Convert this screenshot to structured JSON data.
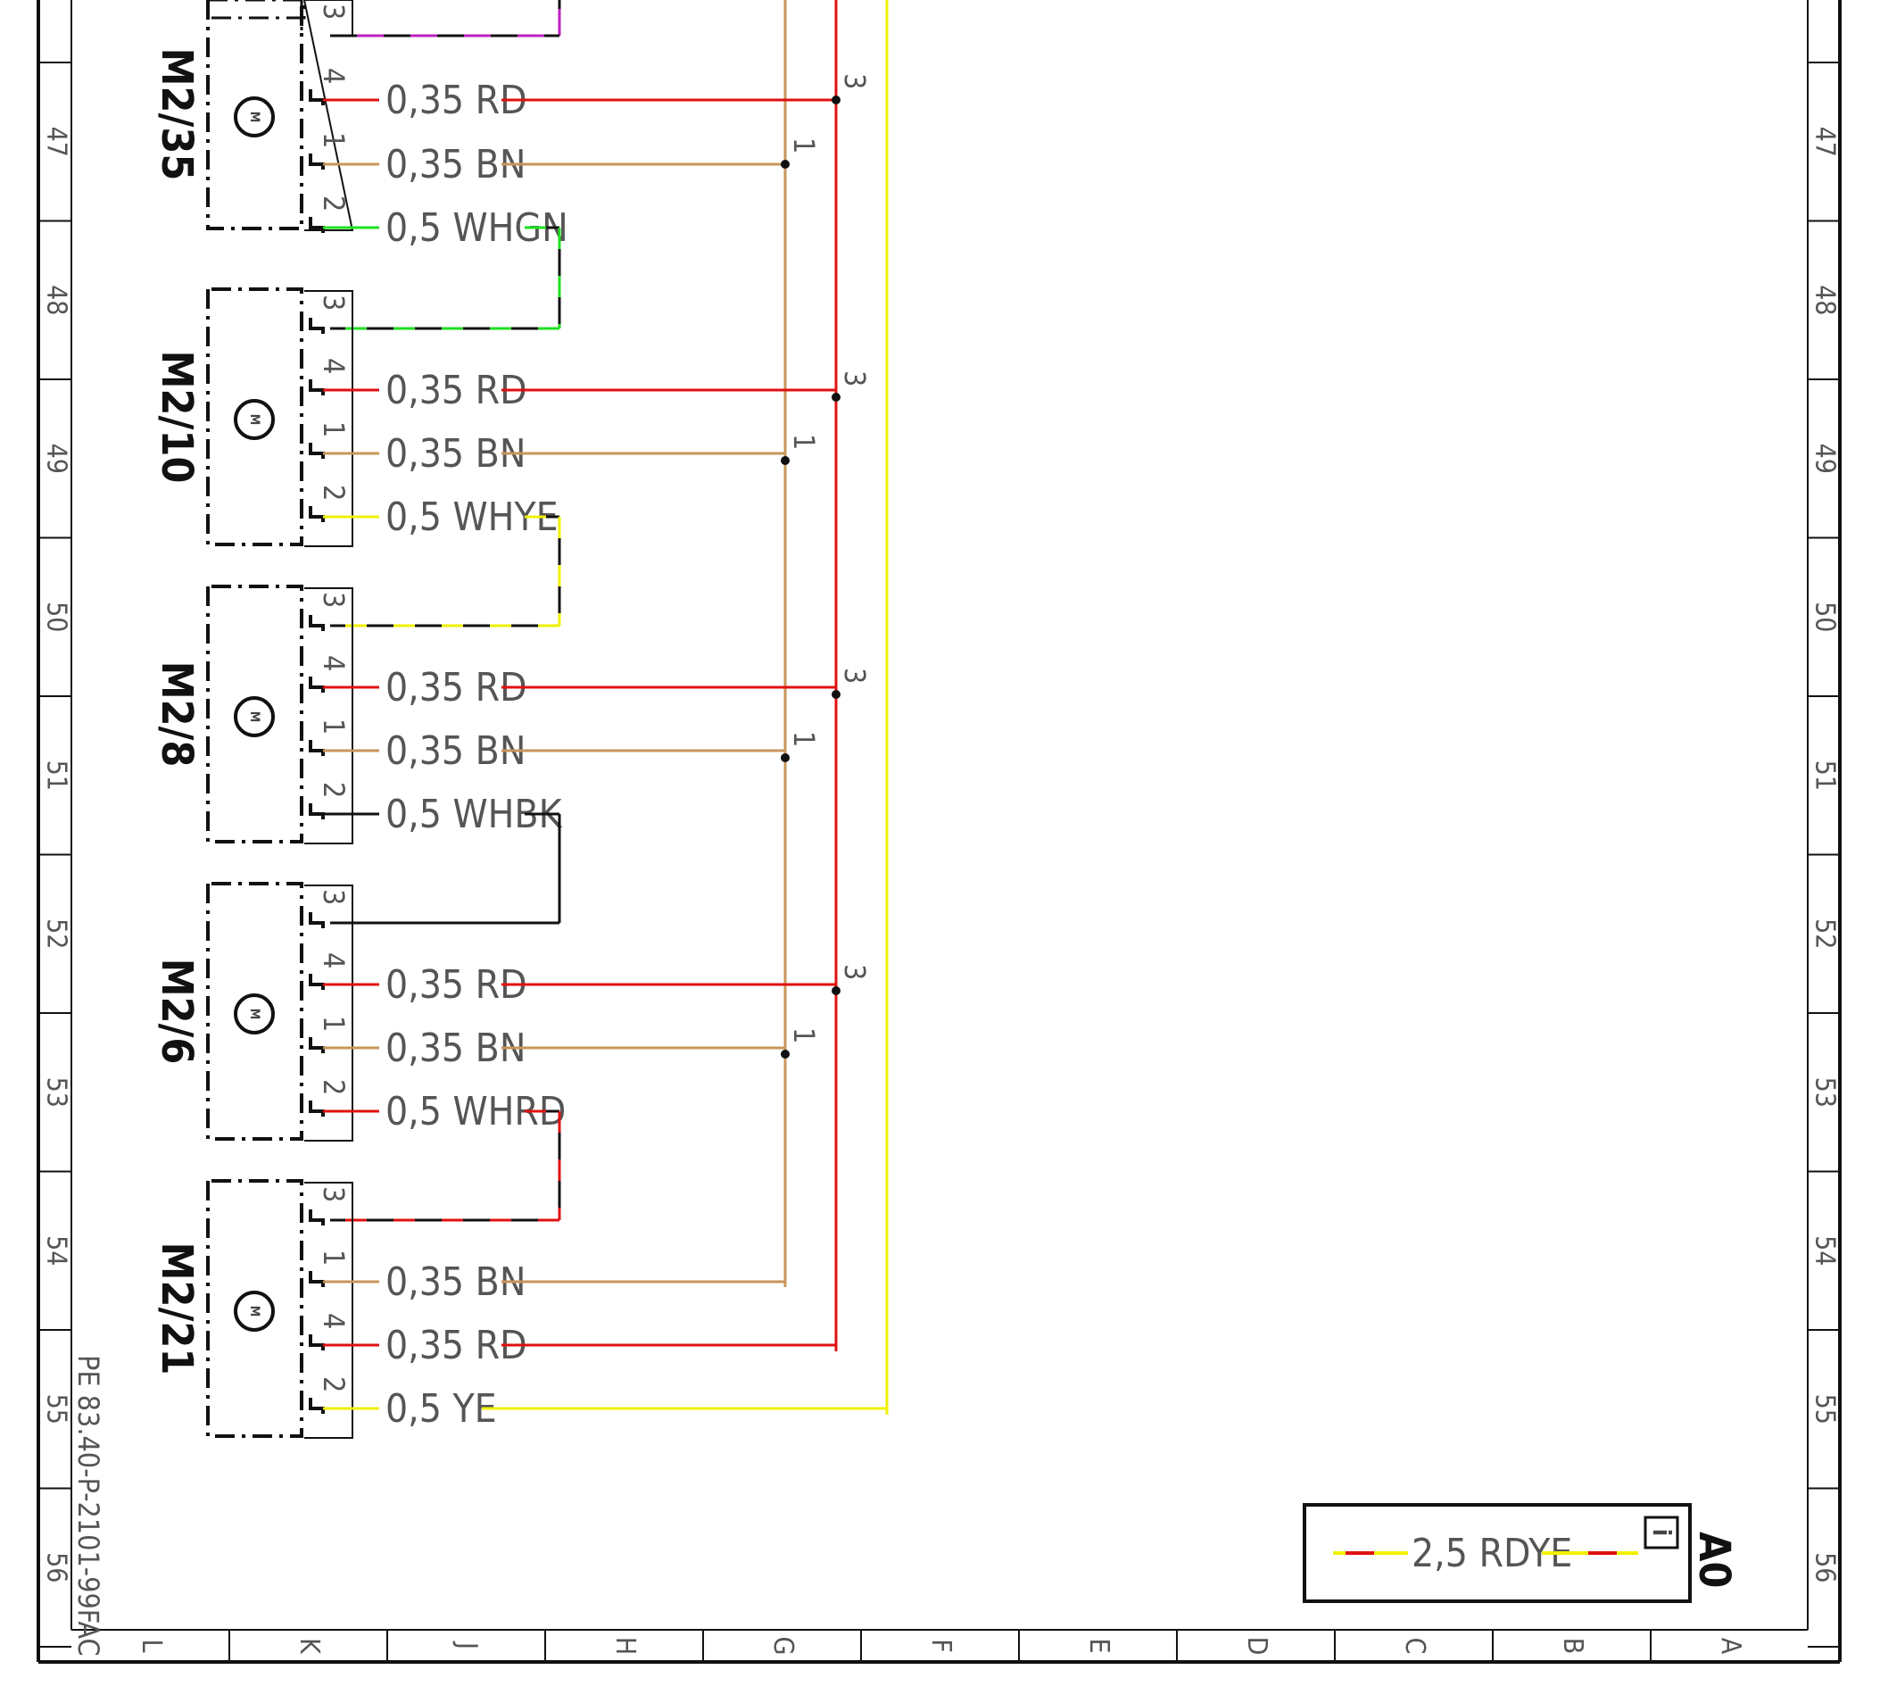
{
  "colors": {
    "RD": "#e01010",
    "BN": "#c8965a",
    "YE": "#f0f000",
    "WH": "#ffffff",
    "GN": "#20e020",
    "BK": "#111111",
    "VT": "#c020c0"
  },
  "row_numbers": [
    "47",
    "48",
    "49",
    "50",
    "51",
    "52",
    "53",
    "54",
    "55",
    "56"
  ],
  "column_letters": [
    "L",
    "K",
    "J",
    "H",
    "G",
    "F",
    "E",
    "D",
    "C",
    "B",
    "A"
  ],
  "document_id": "PE 83.40-P-2101-99FAC",
  "components": [
    {
      "id": "M2/35",
      "motor_symbol": "M",
      "wires": [
        {
          "pin": "4",
          "label": "0,35 RD",
          "code": "RD"
        },
        {
          "pin": "1",
          "label": "0,35 BN",
          "code": "BN"
        },
        {
          "pin": "2",
          "label": "0,5 WHGN",
          "code": "WHGN"
        }
      ]
    },
    {
      "id": "M2/10",
      "motor_symbol": "M",
      "pin3": "3",
      "wires": [
        {
          "pin": "4",
          "label": "0,35 RD",
          "code": "RD"
        },
        {
          "pin": "1",
          "label": "0,35 BN",
          "code": "BN"
        },
        {
          "pin": "2",
          "label": "0,5 WHYE",
          "code": "WHYE"
        }
      ]
    },
    {
      "id": "M2/8",
      "motor_symbol": "M",
      "pin3": "3",
      "wires": [
        {
          "pin": "4",
          "label": "0,35 RD",
          "code": "RD"
        },
        {
          "pin": "1",
          "label": "0,35 BN",
          "code": "BN"
        },
        {
          "pin": "2",
          "label": "0,5 WHBK",
          "code": "WHBK"
        }
      ]
    },
    {
      "id": "M2/6",
      "motor_symbol": "M",
      "pin3": "3",
      "wires": [
        {
          "pin": "4",
          "label": "0,35 RD",
          "code": "RD"
        },
        {
          "pin": "1",
          "label": "0,35 BN",
          "code": "BN"
        },
        {
          "pin": "2",
          "label": "0,5 WHRD",
          "code": "WHRD"
        }
      ]
    },
    {
      "id": "M2/21",
      "motor_symbol": "M",
      "pin3": "3",
      "wires": [
        {
          "pin": "1",
          "label": "0,35 BN",
          "code": "BN"
        },
        {
          "pin": "4",
          "label": "0,35 RD",
          "code": "RD"
        },
        {
          "pin": "2",
          "label": "0,5 YE",
          "code": "YE"
        }
      ]
    }
  ],
  "top_pin3": "3",
  "splice_labels": [
    "3",
    "1",
    "3",
    "1",
    "3",
    "1",
    "3",
    "1"
  ],
  "legend": {
    "wire_label": "2,5 RDYE",
    "code": "RDYE",
    "title": "A0",
    "info_symbol": "i"
  }
}
